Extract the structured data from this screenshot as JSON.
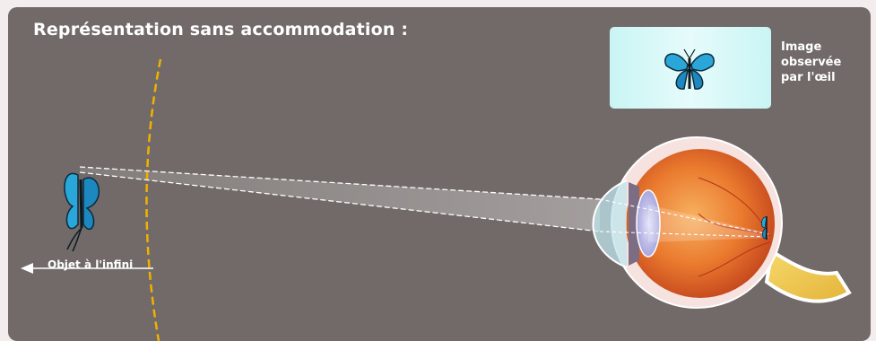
{
  "title": "Représentation sans accommodation :",
  "observed_image": {
    "label_lines": [
      "Image",
      "observée",
      "par l'œil"
    ],
    "icon": "butterfly-icon"
  },
  "object": {
    "label": "Objet à l'infini",
    "icon": "butterfly-icon"
  },
  "colors": {
    "panel_background": "#716a68",
    "wavefront": "#f0b100",
    "observed_panel": "#d6f8f7",
    "butterfly": "#2aa7d8",
    "eye_interior": "#e8702a",
    "sclera": "#f6e3e0",
    "lens": "#b9b9e6"
  }
}
